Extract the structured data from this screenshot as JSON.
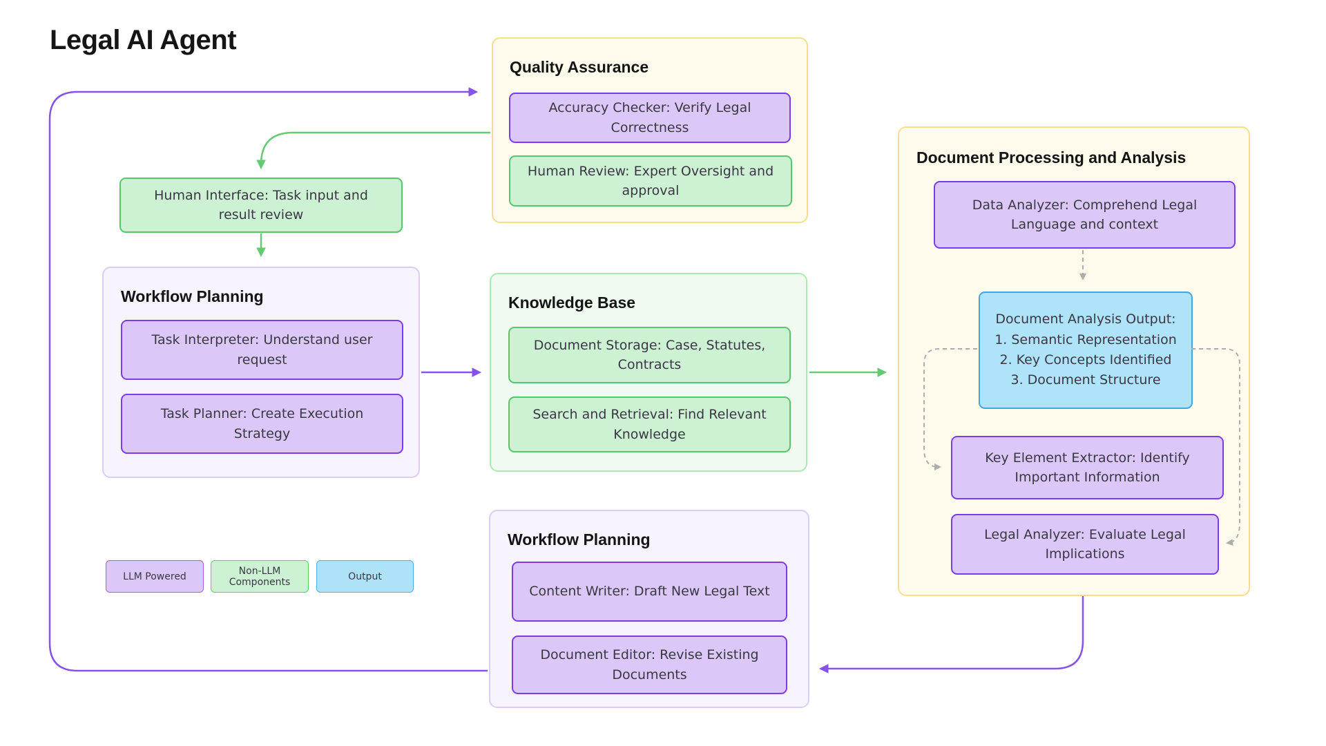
{
  "title": "Legal AI Agent",
  "nodes": {
    "human_interface": "Human Interface: Task input and result review"
  },
  "groups": {
    "quality_assurance": {
      "title": "Quality Assurance",
      "accuracy_checker": "Accuracy Checker: Verify Legal Correctness",
      "human_review": "Human Review: Expert Oversight and approval"
    },
    "workflow_planning": {
      "title": "Workflow Planning",
      "task_interpreter": "Task Interpreter: Understand user request",
      "task_planner": "Task Planner: Create Execution Strategy"
    },
    "knowledge_base": {
      "title": "Knowledge Base",
      "document_storage": "Document Storage: Case, Statutes, Contracts",
      "search_and_retrieval": "Search and Retrieval: Find Relevant Knowledge"
    },
    "workflow_planning_drafting": {
      "title": "Workflow Planning",
      "content_writer": "Content Writer: Draft New Legal Text",
      "document_editor": "Document Editor: Revise Existing Documents"
    },
    "document_processing": {
      "title": "Document Processing and Analysis",
      "data_analyzer": "Data Analyzer: Comprehend Legal Language and context",
      "analysis_output_lines": [
        "Document Analysis Output:",
        "1. Semantic Representation",
        "2. Key Concepts Identified",
        "3. Document Structure"
      ],
      "key_element_extractor": "Key Element Extractor: Identify Important Information",
      "legal_analyzer": "Legal Analyzer: Evaluate Legal Implications"
    }
  },
  "legend": {
    "llm_powered": "LLM Powered",
    "non_llm_components": "Non-LLM Components",
    "output": "Output"
  },
  "colors": {
    "llm_powered_fill": "#dcc8f8",
    "llm_powered_border": "#7c3aed",
    "non_llm_fill": "#cdf2d3",
    "non_llm_border": "#57c56a",
    "output_fill": "#afe3fa",
    "output_border": "#44a5dd",
    "container_yellow_fill": "#fefbec",
    "container_yellow_border": "#f5de8f",
    "container_purple_fill": "#f8f4fd",
    "container_green_fill": "#f0faf1",
    "arrow_purple": "#8652ec",
    "arrow_green": "#65cb72",
    "arrow_dashed_gray": "#adadad"
  }
}
